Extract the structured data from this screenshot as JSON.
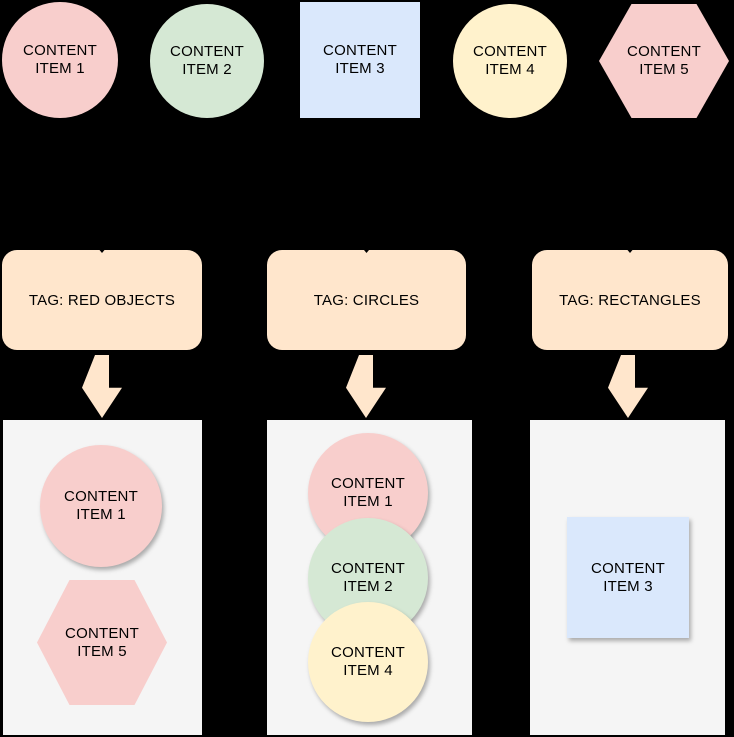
{
  "palette": {
    "background": "#000000",
    "pink": "#f8cecc",
    "green": "#d5e8d4",
    "blue": "#dae8fc",
    "yellow": "#fff2cc",
    "peach": "#ffe6cc",
    "container": "#f5f5f5",
    "text": "#000000"
  },
  "top_items": [
    {
      "id": "content-item-1",
      "label": "CONTENT\nITEM 1",
      "shape": "circle",
      "color": "pink"
    },
    {
      "id": "content-item-2",
      "label": "CONTENT\nITEM 2",
      "shape": "circle",
      "color": "green"
    },
    {
      "id": "content-item-3",
      "label": "CONTENT\nITEM 3",
      "shape": "square",
      "color": "blue"
    },
    {
      "id": "content-item-4",
      "label": "CONTENT\nITEM 4",
      "shape": "circle",
      "color": "yellow"
    },
    {
      "id": "content-item-5",
      "label": "CONTENT\nITEM 5",
      "shape": "hexagon",
      "color": "pink"
    }
  ],
  "columns": [
    {
      "tag_label": "TAG: RED OBJECTS",
      "members": [
        {
          "label": "CONTENT\nITEM 1",
          "shape": "circle",
          "color": "pink"
        },
        {
          "label": "CONTENT\nITEM 5",
          "shape": "hexagon",
          "color": "pink"
        }
      ]
    },
    {
      "tag_label": "TAG: CIRCLES",
      "members": [
        {
          "label": "CONTENT\nITEM 1",
          "shape": "circle",
          "color": "pink"
        },
        {
          "label": "CONTENT\nITEM 2",
          "shape": "circle",
          "color": "green"
        },
        {
          "label": "CONTENT\nITEM 4",
          "shape": "circle",
          "color": "yellow"
        }
      ]
    },
    {
      "tag_label": "TAG: RECTANGLES",
      "members": [
        {
          "label": "CONTENT\nITEM 3",
          "shape": "square",
          "color": "blue"
        }
      ]
    }
  ]
}
